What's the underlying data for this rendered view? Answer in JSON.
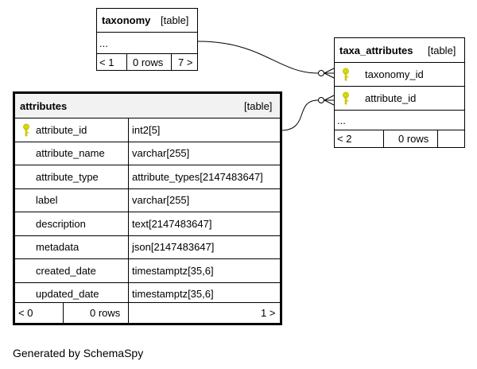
{
  "tables": {
    "taxonomy": {
      "name": "taxonomy",
      "type_label": "[table]",
      "ellipsis": "...",
      "footer": {
        "parents": "< 1",
        "rows": "0 rows",
        "children": "7 >"
      }
    },
    "taxa_attributes": {
      "name": "taxa_attributes",
      "type_label": "[table]",
      "columns": [
        "taxonomy_id",
        "attribute_id"
      ],
      "ellipsis": "...",
      "footer": {
        "parents": "< 2",
        "rows": "0 rows",
        "children": ""
      }
    },
    "attributes": {
      "name": "attributes",
      "type_label": "[table]",
      "columns": [
        {
          "name": "attribute_id",
          "type": "int2[5]",
          "key": true
        },
        {
          "name": "attribute_name",
          "type": "varchar[255]",
          "key": false
        },
        {
          "name": "attribute_type",
          "type": "attribute_types[2147483647]",
          "key": false
        },
        {
          "name": "label",
          "type": "varchar[255]",
          "key": false
        },
        {
          "name": "description",
          "type": "text[2147483647]",
          "key": false
        },
        {
          "name": "metadata",
          "type": "json[2147483647]",
          "key": false
        },
        {
          "name": "created_date",
          "type": "timestamptz[35,6]",
          "key": false
        },
        {
          "name": "updated_date",
          "type": "timestamptz[35,6]",
          "key": false
        }
      ],
      "footer": {
        "parents": "< 0",
        "rows": "0 rows",
        "children": "1 >"
      }
    }
  },
  "colors": {
    "key": "#d9d900",
    "border": "#000000",
    "header_bg": "#f2f2f2"
  },
  "icons": {
    "primary_key": "key-icon"
  },
  "footer_text": "Generated by SchemaSpy"
}
